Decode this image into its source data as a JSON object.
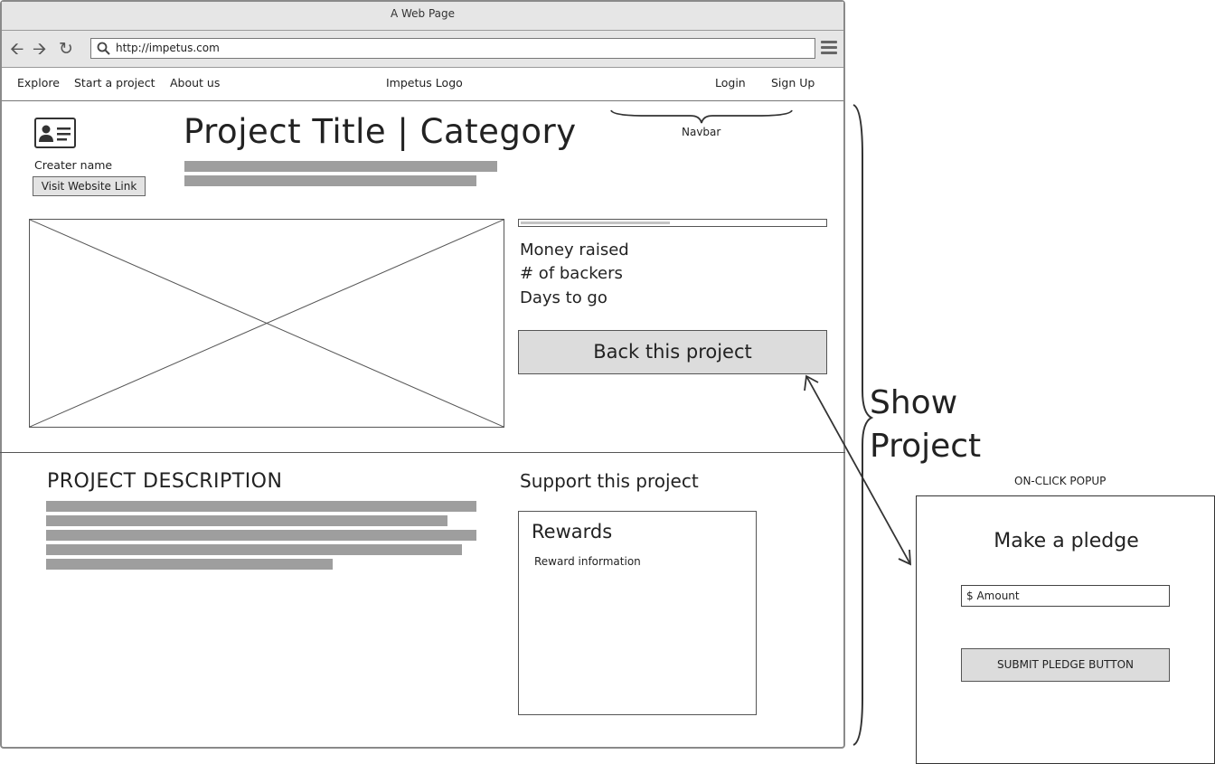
{
  "browser": {
    "title": "A Web Page",
    "url": "http://impetus.com"
  },
  "navbar": {
    "links": [
      "Explore",
      "Start a project",
      "About us"
    ],
    "logo": "Impetus Logo",
    "login": "Login",
    "signup": "Sign Up"
  },
  "project": {
    "title": "Project Title | Category",
    "creator_name": "Creater name",
    "visit_link_label": "Visit Website Link",
    "progress": 0.49,
    "stats": [
      "Money raised",
      "# of backers",
      "Days to go"
    ],
    "back_button": "Back this project",
    "description_title": "PROJECT DESCRIPTION",
    "support_title": "Support this project",
    "rewards_title": "Rewards",
    "reward_info": "Reward information"
  },
  "annotations": {
    "navbar": "Navbar",
    "show_project": "Show Project",
    "popup_label": "ON-CLICK POPUP"
  },
  "popup": {
    "title": "Make a pledge",
    "amount_placeholder": "$ Amount",
    "submit_label": "SUBMIT PLEDGE BUTTON"
  },
  "icons": [
    "back-arrow-icon",
    "forward-arrow-icon",
    "reload-icon",
    "search-icon",
    "menu-icon",
    "profile-card-icon"
  ]
}
